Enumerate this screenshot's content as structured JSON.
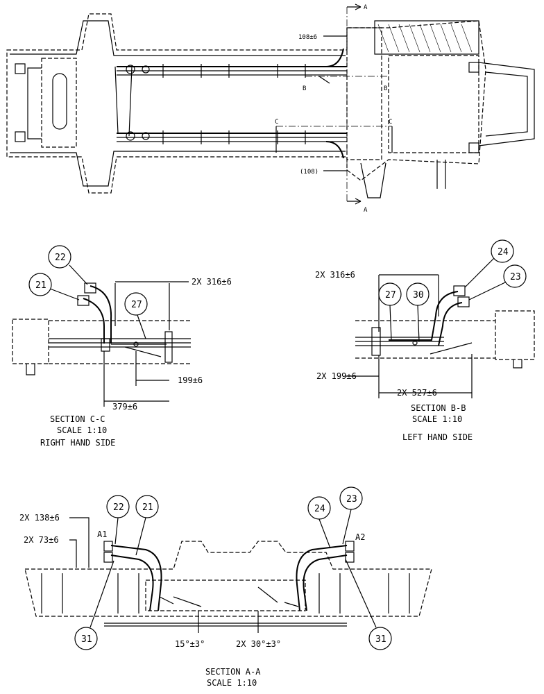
{
  "top_view": {
    "section_markers": {
      "a": "A",
      "b": "B",
      "c": "C"
    },
    "dim_upper": "108±6",
    "dim_lower": "(108)"
  },
  "section_cc": {
    "title": "SECTION  C-C",
    "scale": "SCALE  1:10",
    "side": "RIGHT HAND SIDE",
    "dims": {
      "top": "2X 316±6",
      "mid": "199±6",
      "bottom": "379±6"
    },
    "balloons": {
      "b21": "21",
      "b22": "22",
      "b27": "27"
    }
  },
  "section_bb": {
    "title": "SECTION  B-B",
    "scale": "SCALE  1:10",
    "side": "LEFT HAND SIDE",
    "dims": {
      "top": "2X 316±6",
      "mid": "2X 199±6",
      "bottom": "2X 527±6"
    },
    "balloons": {
      "b23": "23",
      "b24": "24",
      "b27": "27",
      "b30": "30"
    }
  },
  "section_aa": {
    "title": "SECTION  A-A",
    "scale": "SCALE  1:10",
    "dims": {
      "d138": "2X 138±6",
      "d73": "2X 73±6",
      "angle15": "15°±3°",
      "angle30": "2X 30°±3°"
    },
    "labels": {
      "a1": "A1",
      "a2": "A2"
    },
    "balloons": {
      "b21": "21",
      "b22": "22",
      "b23": "23",
      "b24": "24",
      "b31_left": "31",
      "b31_right": "31"
    }
  }
}
